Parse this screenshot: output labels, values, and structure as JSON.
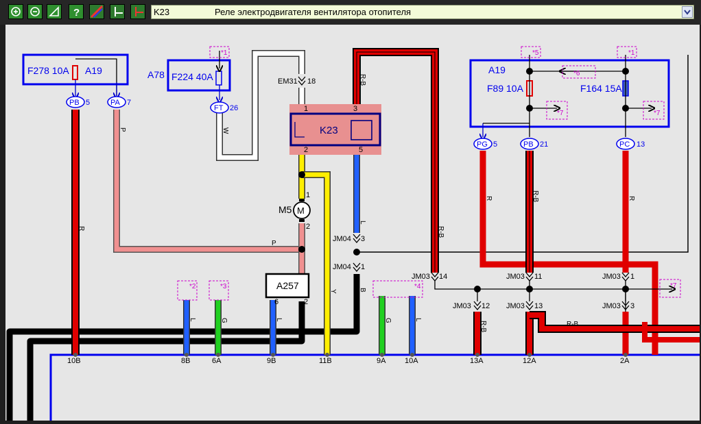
{
  "toolbar": {
    "buttons": [
      {
        "name": "zoom-in-icon"
      },
      {
        "name": "zoom-out-icon"
      },
      {
        "name": "fit-icon"
      },
      {
        "name": "help-icon"
      },
      {
        "name": "color-icon"
      },
      {
        "name": "layout-a-icon"
      },
      {
        "name": "layout-b-icon"
      }
    ],
    "selected_code": "K23",
    "selected_title": "Реле электродвигателя вентилятора отопителя"
  },
  "diagram": {
    "fuse_box_left": {
      "fuse": "F278 10A",
      "module": "A19"
    },
    "fuse_box_a78": {
      "module": "A78",
      "fuse": "F224 40A"
    },
    "fuse_box_right": {
      "module": "A19",
      "fuse1": "F89 10A",
      "fuse2": "F164 15A"
    },
    "relay": {
      "name": "K23",
      "pin3": "3",
      "pin1": "1",
      "pin2": "2",
      "pin5": "5"
    },
    "motor": {
      "name": "M5",
      "symbol": "M",
      "pin1": "1",
      "pin2": "2"
    },
    "module_a257": {
      "name": "A257",
      "pin6": "6",
      "pin2": "2"
    },
    "connectors": {
      "pb_left": "PB",
      "pb_left_pin": "5",
      "pa": "PA",
      "pa_pin": "7",
      "ft": "FT",
      "ft_pin": "26",
      "pg": "PG",
      "pg_pin": "5",
      "pb_right": "PB",
      "pb_right_pin": "21",
      "pc": "PC",
      "pc_pin": "13",
      "em31": "EM31",
      "em31_pin": "18",
      "jm04_a": "JM04",
      "jm04_a_pin": "3",
      "jm04_b": "JM04",
      "jm04_b_pin": "1",
      "jm03_14": "JM03",
      "jm03_14_pin": "14",
      "jm03_11": "JM03",
      "jm03_11_pin": "11",
      "jm03_1": "JM03",
      "jm03_1_pin": "1",
      "jm03_12": "JM03",
      "jm03_12_pin": "12",
      "jm03_13": "JM03",
      "jm03_13_pin": "13",
      "jm03_3": "JM03",
      "jm03_3_pin": "3"
    },
    "refs": {
      "r1a": "*1",
      "r1b": "*1",
      "r2": "*2",
      "r3": "*3",
      "r4": "*4",
      "r5": "*5",
      "r6": "*6",
      "r7a": "*7",
      "r7b": "*7",
      "r7c": "*7"
    },
    "wire_labels": {
      "r": "R",
      "p": "P",
      "w": "W",
      "y": "Y",
      "l": "L",
      "g": "G",
      "b": "B",
      "rb": "R-B"
    },
    "bottom_terminals": [
      "10B",
      "8B",
      "6A",
      "9B",
      "11B",
      "9A",
      "10A",
      "13A",
      "12A",
      "2A"
    ]
  }
}
